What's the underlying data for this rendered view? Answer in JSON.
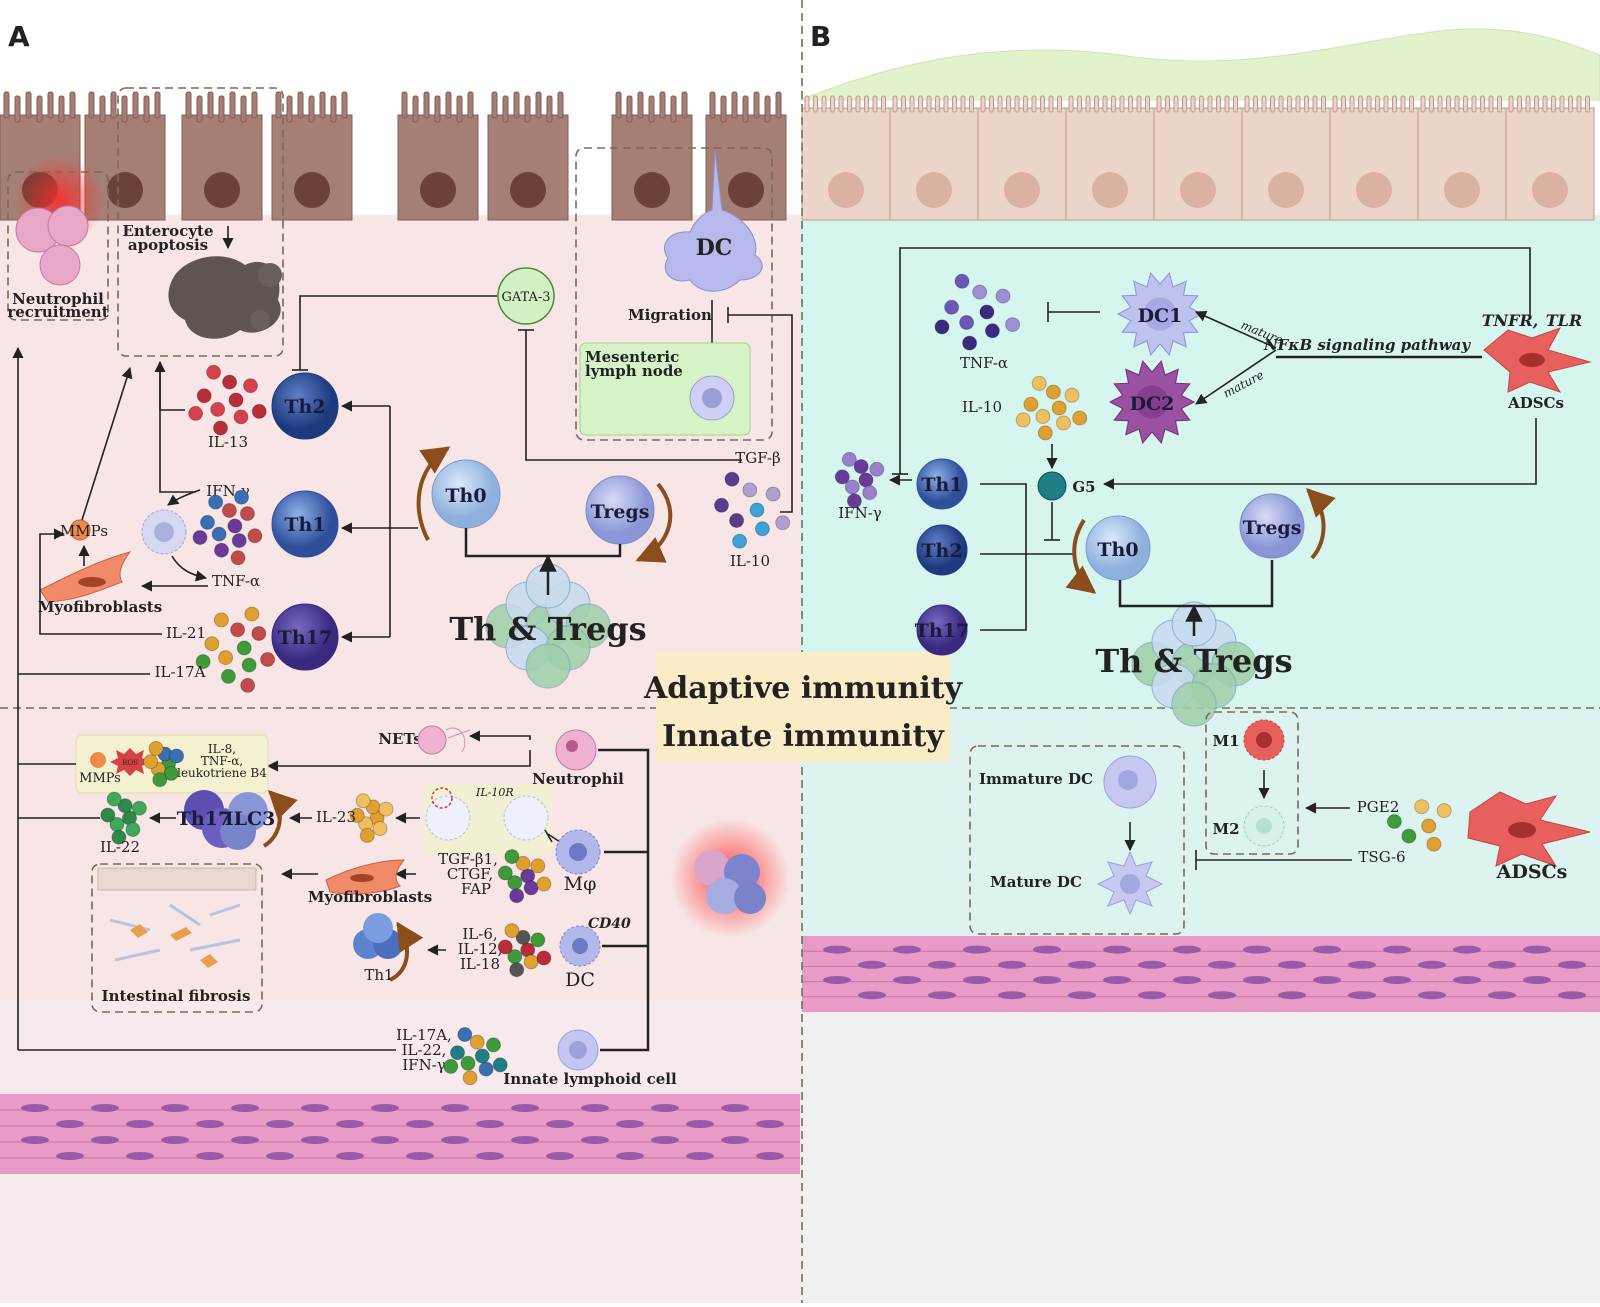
{
  "panels": {
    "a": "A",
    "b": "B"
  },
  "panel_a": {
    "neutrophil_recruitment": [
      "Neutrophil",
      "recruitment"
    ],
    "enterocyte_apoptosis": [
      "Enterocyte",
      "apoptosis"
    ],
    "gata3": "GATA-3",
    "dc": "DC",
    "migration": "Migration",
    "mesenteric": [
      "Mesenteric",
      "lymph node"
    ],
    "il13": "IL-13",
    "th2": "Th2",
    "th1": "Th1",
    "th17": "Th17",
    "th0": "Th0",
    "tregs": "Tregs",
    "tgfb": "TGF-β",
    "il10": "IL-10",
    "ifng": "IFN-γ",
    "tnfa": "TNF-α",
    "mmps": "MMPs",
    "myofibroblasts": "Myofibroblasts",
    "il21": "IL-21",
    "il17a": "IL-17A",
    "th_tregs": "Th & Tregs"
  },
  "middle": {
    "adaptive": "Adaptive immunity",
    "innate": "Innate immunity"
  },
  "innate_a": {
    "nets": "NETs",
    "neutrophil": "Neutrophil",
    "mmps": "MMPs",
    "ros": "ROS",
    "il8_group": [
      "IL-8,",
      "TNF-α,",
      "leukotriene B4"
    ],
    "il23": "IL-23",
    "il10r": "IL-10R",
    "th17": "Th17",
    "ilc3": "ILC3",
    "il22": "IL-22",
    "tgf_group": [
      "TGF-β1,",
      "CTGF,",
      "FAP"
    ],
    "mphi": "Mφ",
    "myofibroblasts": "Myofibroblasts",
    "fibrosis": "Intestinal fibrosis",
    "il6_group": [
      "IL-6,",
      "IL-12,",
      "IL-18"
    ],
    "cd40": "CD40",
    "dc": "DC",
    "th1": "Th1",
    "il17_group": [
      "IL-17A,",
      "IL-22,",
      "IFN-γ"
    ],
    "ilc": "Innate lymphoid cell"
  },
  "panel_b": {
    "tnfa": "TNF-α",
    "dc1": "DC1",
    "dc2": "DC2",
    "mature1": "mature",
    "mature2": "mature",
    "nfkb": "NFκB signaling pathway",
    "tnfr": "TNFR,",
    "tlr": "TLR",
    "adscs": "ADSCs",
    "il10": "IL-10",
    "g5": "G5",
    "ifng": "IFN-γ",
    "th1": "Th1",
    "th2": "Th2",
    "th17": "Th17",
    "th0": "Th0",
    "tregs": "Tregs",
    "th_tregs": "Th & Tregs"
  },
  "innate_b": {
    "m1": "M1",
    "m2": "M2",
    "immature_dc": "Immature DC",
    "mature_dc": "Mature DC",
    "pge2": "PGE2",
    "tsg6": "TSG-6",
    "adscs": "ADSCs"
  },
  "colors": {
    "panel_a_bg": "#f8e6e6",
    "panel_b_bg": "#d6f5ef",
    "enterocyte": "#a57f75",
    "enterocyte_b": "#ecd4c8",
    "muscle": "#e79bc6",
    "th": "#5a7fc4",
    "tregs": "#9ea9de",
    "adsc": "#e8605e"
  }
}
